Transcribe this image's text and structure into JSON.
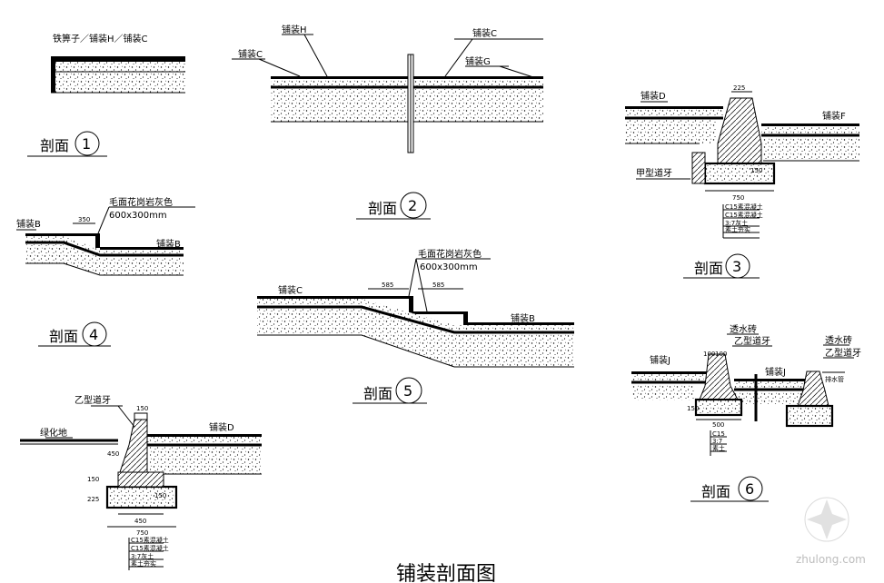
{
  "title": "铺装剖面图",
  "watermark": "zhulong.com",
  "sections": {
    "s1": {
      "label": "剖面",
      "num": "1",
      "note": "铁箅子／铺装H／铺装C"
    },
    "s2": {
      "label": "剖面",
      "num": "2",
      "labels": [
        "铺装H",
        "铺装C",
        "铺装C",
        "铺装G"
      ]
    },
    "s3": {
      "label": "剖面",
      "num": "3",
      "labels": [
        "铺装D",
        "铺装F",
        "甲型道牙"
      ],
      "dims": [
        "225",
        "150",
        "750"
      ],
      "legend": [
        "C15素混凝土",
        "C15素混凝土",
        "3:7灰土",
        "素土夯实"
      ]
    },
    "s4": {
      "label": "剖面",
      "num": "4",
      "labels": [
        "毛面花岗岩灰色",
        "600x300mm",
        "铺装B",
        "铺装B"
      ],
      "dims": [
        "350"
      ]
    },
    "s5": {
      "label": "剖面",
      "num": "5",
      "labels": [
        "毛面花岗岩灰色",
        "600x300mm",
        "铺装C",
        "铺装B"
      ],
      "dims": [
        "585",
        "585"
      ]
    },
    "s6": {
      "label": "剖面",
      "num": "6",
      "labels": [
        "透水砖",
        "乙型道牙",
        "透水砖",
        "乙型道牙",
        "铺装J",
        "铺装J",
        "排水管"
      ],
      "dims": [
        "100",
        "100",
        "150",
        "500"
      ],
      "legend": [
        "C15",
        "3:7",
        "素土"
      ]
    },
    "s7": {
      "labels": [
        "乙型道牙",
        "绿化地",
        "铺装D"
      ],
      "dims": [
        "150",
        "450",
        "150",
        "225",
        "150",
        "450",
        "750"
      ],
      "legend": [
        "C15素混凝土",
        "C15素混凝土",
        "3:7灰土",
        "素土夯实"
      ]
    }
  }
}
